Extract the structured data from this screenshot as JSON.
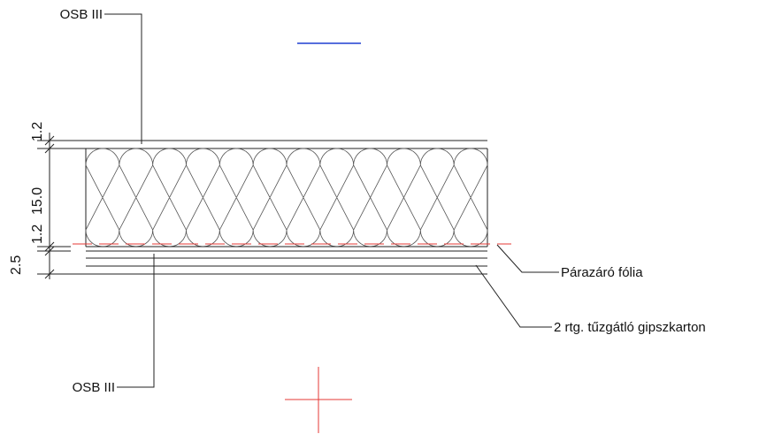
{
  "labels": {
    "osb_top": "OSB III",
    "osb_bottom": "OSB III",
    "vapor_barrier": "Párazáró fólia",
    "gypsum": "2 rtg. tűzgátló gipszkarton"
  },
  "dimensions": {
    "upper": [
      "1.2",
      "15.0",
      "1.2"
    ],
    "lower": [
      "2.5"
    ]
  },
  "insulation": {
    "cells": 12
  },
  "colors": {
    "line": "#222222",
    "red": "#e53935",
    "blue": "#1e3fd0"
  }
}
